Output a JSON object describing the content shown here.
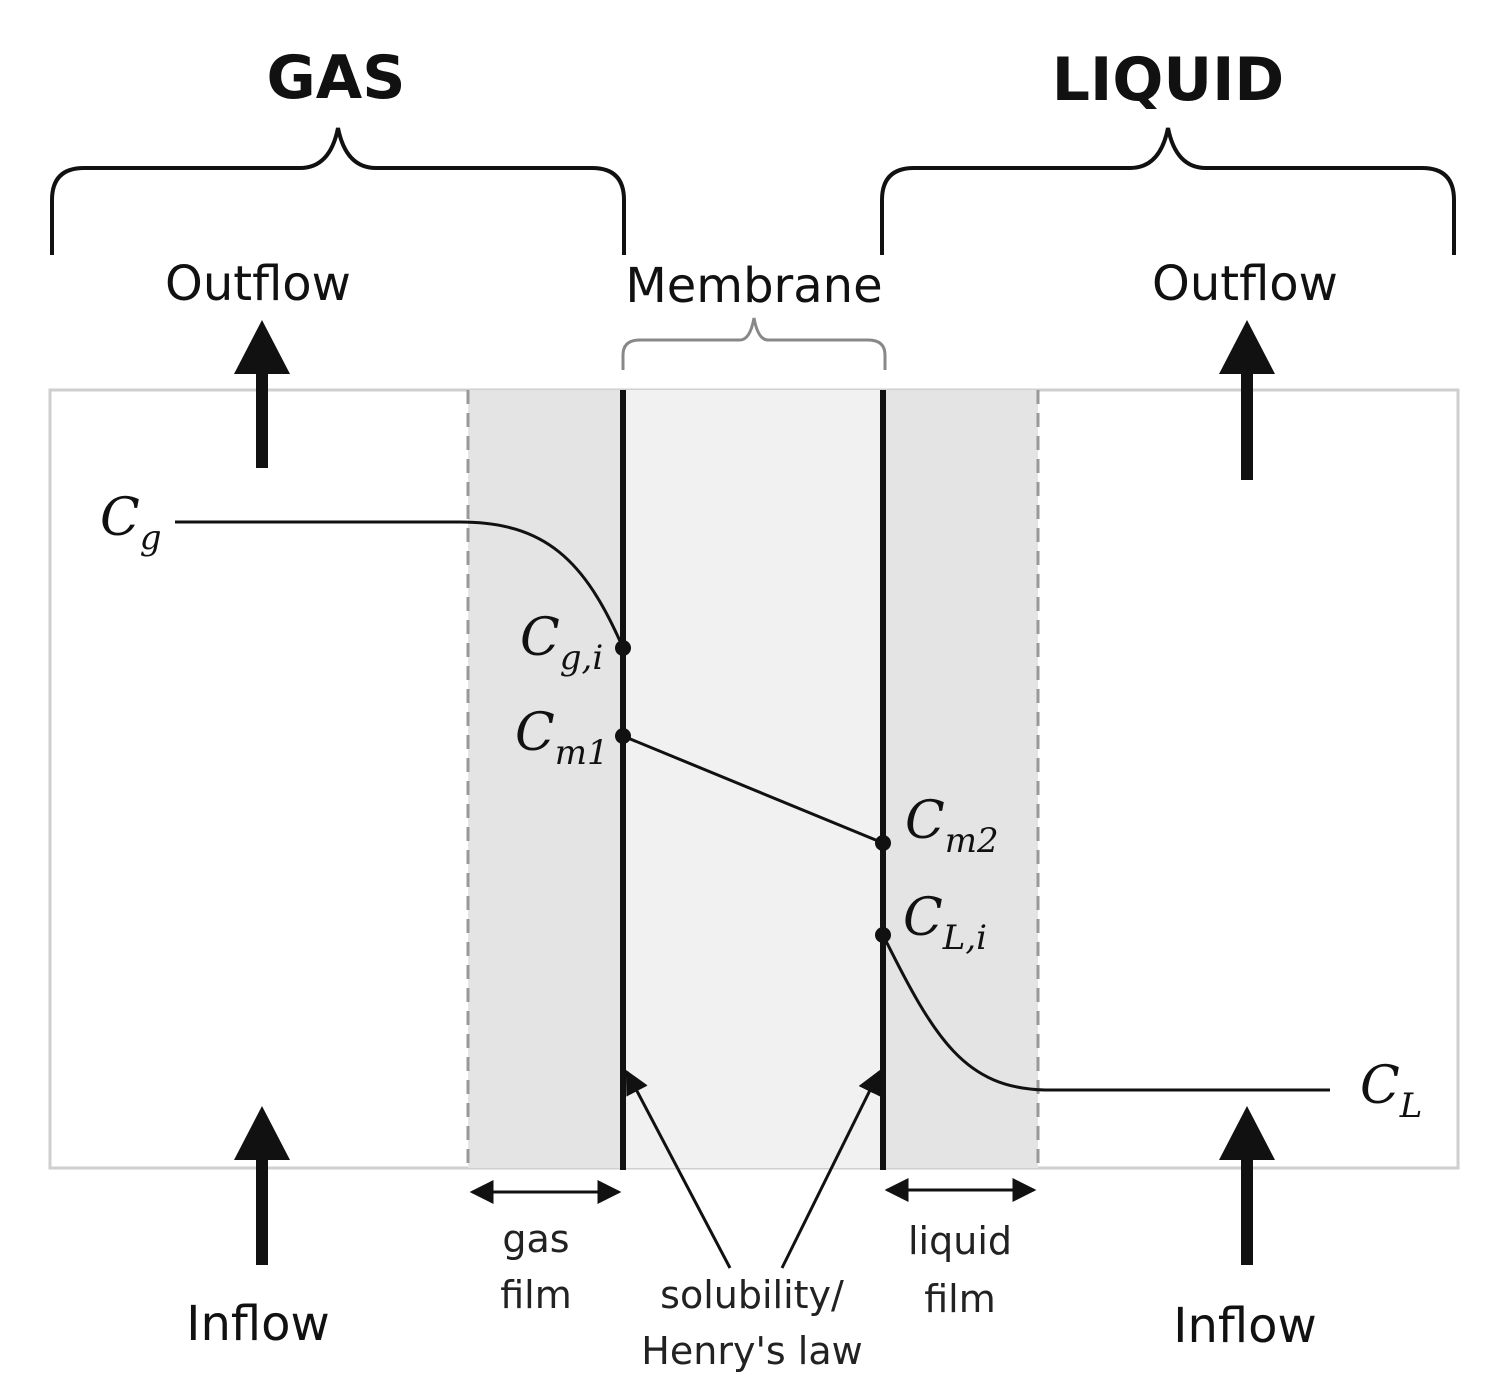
{
  "headers": {
    "gas": "GAS",
    "liquid": "LIQUID"
  },
  "flow_labels": {
    "gas_outflow": "Outflow",
    "liquid_outflow": "Outflow",
    "gas_inflow": "Inflow",
    "liquid_inflow": "Inflow"
  },
  "membrane_label": "Membrane",
  "film_labels": {
    "gas_film_line1": "gas",
    "gas_film_line2": "film",
    "liquid_film_line1": "liquid",
    "liquid_film_line2": "film"
  },
  "interface_label": {
    "line1": "solubility/",
    "line2": "Henry's law"
  },
  "concentrations": {
    "Cg": {
      "symbol": "C",
      "subscript": "g"
    },
    "Cgi": {
      "symbol": "C",
      "subscript": "g,i"
    },
    "Cm1": {
      "symbol": "C",
      "subscript": "m1"
    },
    "Cm2": {
      "symbol": "C",
      "subscript": "m2"
    },
    "CLi": {
      "symbol": "C",
      "subscript": "L,i"
    },
    "CL": {
      "symbol": "C",
      "subscript": "L"
    }
  }
}
